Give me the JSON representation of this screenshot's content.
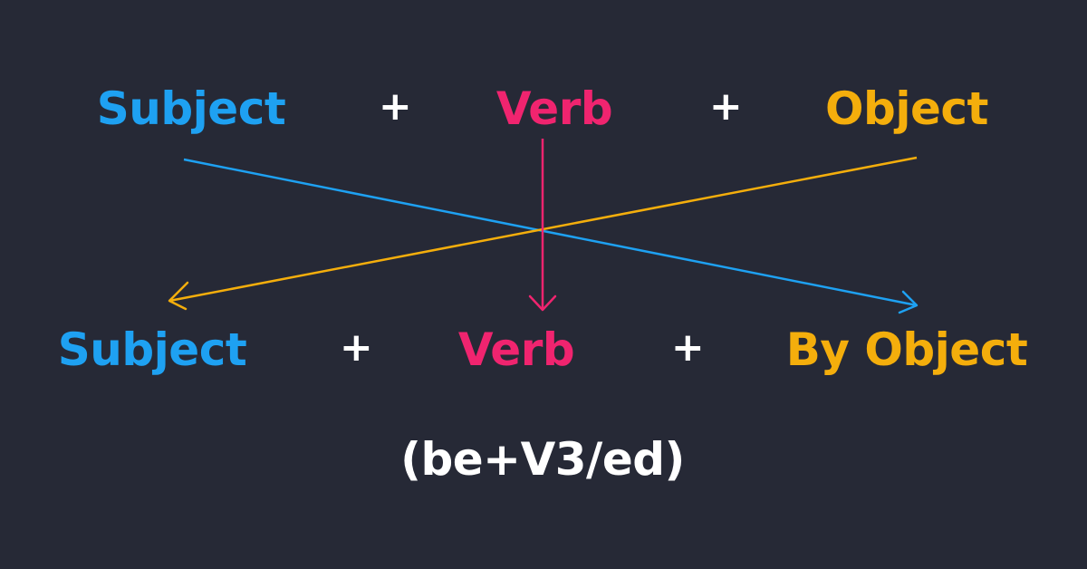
{
  "colors": {
    "background": "#262936",
    "subject": "#1ea1f2",
    "verb": "#f0246f",
    "object": "#f4ae0c",
    "text": "#ffffff"
  },
  "active": {
    "subject": "Subject",
    "plus_1": "+",
    "verb": "Verb",
    "plus_2": "+",
    "object": "Object"
  },
  "passive": {
    "subject": "Subject",
    "plus_1": "+",
    "verb": "Verb",
    "plus_2": "+",
    "object": "By Object",
    "verb_form": "(be+V3/ed)"
  }
}
